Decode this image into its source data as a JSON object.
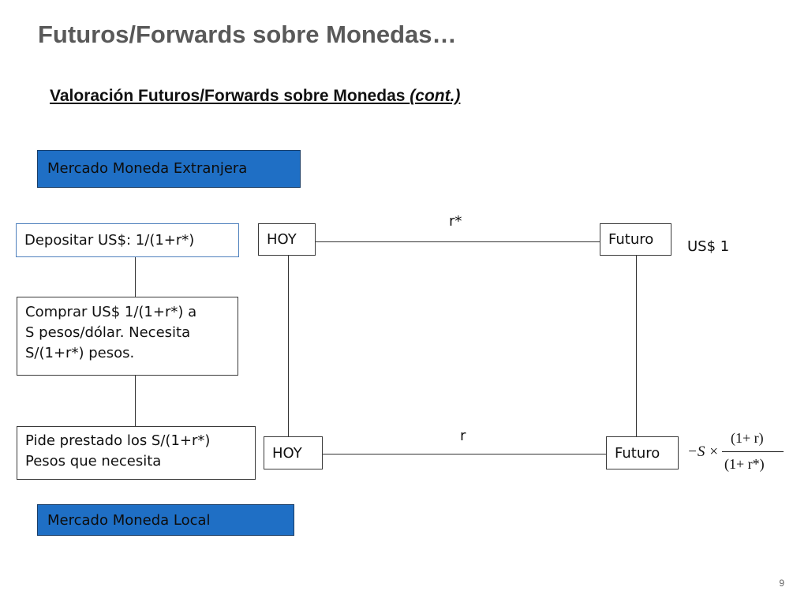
{
  "slide": {
    "title": "Futuros/Forwards sobre Monedas…",
    "subtitle_main": "Valoración Futuros/Forwards sobre Monedas ",
    "subtitle_italic": "(cont.)",
    "page_number": "9"
  },
  "market_labels": {
    "foreign": "Mercado Moneda Extranjera",
    "local": "Mercado Moneda Local"
  },
  "steps": {
    "deposit": "Depositar US$: 1/(1+r*)",
    "buy_line1": "Comprar US$ 1/(1+r*) a",
    "buy_line2": "S pesos/dólar. Necesita",
    "buy_line3": "S/(1+r*) pesos.",
    "borrow_line1": "Pide prestado los S/(1+r*)",
    "borrow_line2": "Pesos que necesita"
  },
  "timeline": {
    "top_today": "HOY",
    "top_future": "Futuro",
    "top_rate": "r*",
    "top_payoff": "US$ 1",
    "bottom_today": "HOY",
    "bottom_future": "Futuro",
    "bottom_rate": "r"
  },
  "formula": {
    "neg_s": "−S ×",
    "numerator": "(1+ r)",
    "denominator": "(1+ r*)"
  }
}
